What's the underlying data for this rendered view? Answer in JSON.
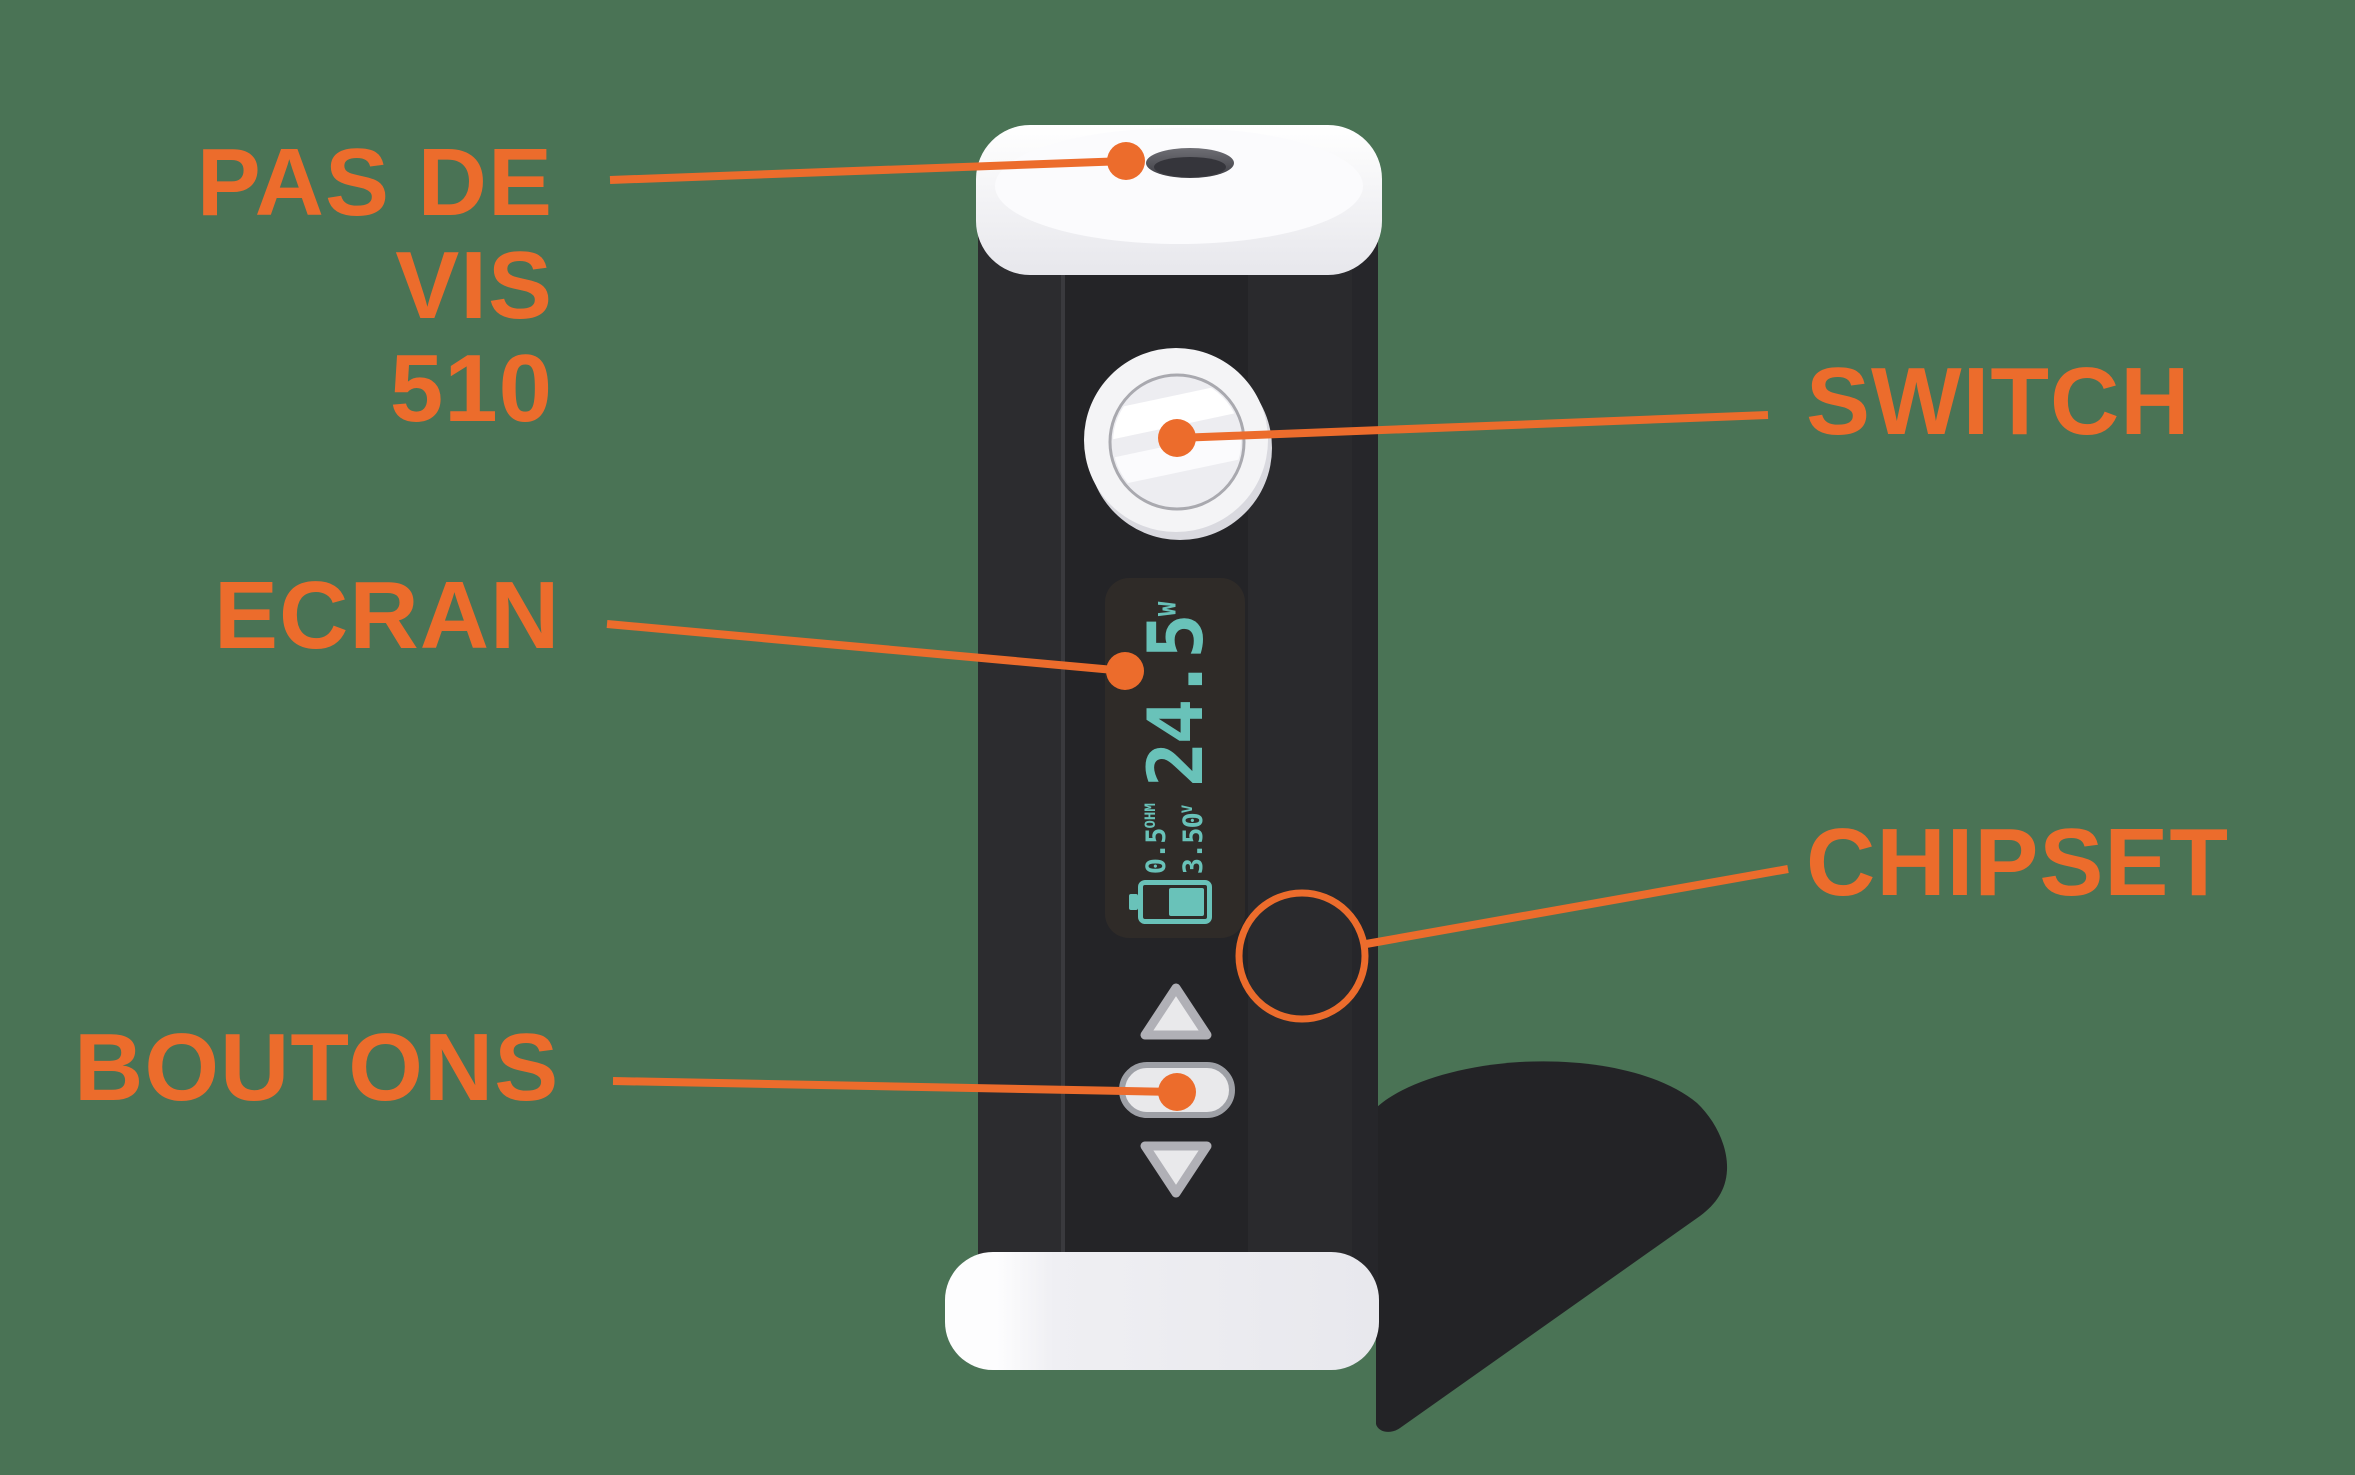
{
  "page": {
    "background_color": "#4A7355",
    "accent_color": "#EC6C2C",
    "screen_digit_color": "#69C2B9"
  },
  "labels": {
    "pas_de_vis_line1": "PAS DE VIS",
    "pas_de_vis_line2": "510",
    "switch": "SWITCH",
    "ecran": "ECRAN",
    "chipset": "CHIPSET",
    "boutons": "BOUTONS"
  },
  "device": {
    "screen": {
      "power_value": "24.5",
      "power_unit": "W",
      "resistance_value": "0.5",
      "resistance_unit": "OHM",
      "voltage_value": "3.50",
      "voltage_unit": "V",
      "battery_fill_percent": 55
    }
  }
}
